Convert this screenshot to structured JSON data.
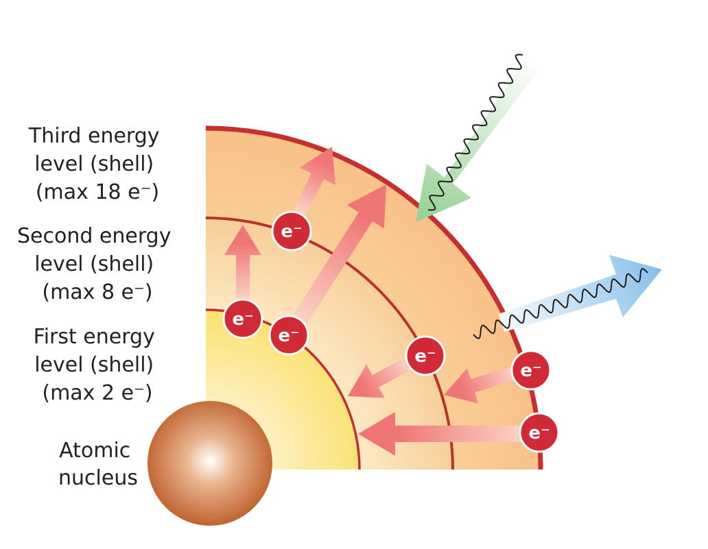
{
  "labels": {
    "third_shell": [
      "Third energy",
      "level (shell)",
      "(max 18 e⁻)"
    ],
    "second_shell": [
      "Second energy",
      "level (shell)",
      "(max 8 e⁻)"
    ],
    "first_shell": [
      "First energy",
      "level (shell)",
      "(max 2 e⁻)"
    ],
    "nucleus": [
      "Atomic",
      "nucleus"
    ]
  },
  "electron_symbol": "e⁻",
  "electrons": [
    {
      "name": "electron-third-shell-upper"
    },
    {
      "name": "electron-second-shell-left"
    },
    {
      "name": "electron-first-shell-center"
    },
    {
      "name": "electron-second-shell-right"
    },
    {
      "name": "electron-third-shell-right-upper"
    },
    {
      "name": "electron-third-shell-right-lower"
    }
  ],
  "colors": {
    "shell_line": "#c62f2f",
    "third_fill": "#f9c591",
    "first_fill": "#fbe27c",
    "electron": "#cf2a36",
    "arrow": "#f07676",
    "absorbed_photon_arrow": "#9fd39a",
    "emitted_photon_arrow": "#8fc3ea",
    "nucleus": "#c86a34"
  },
  "icons": {
    "absorbed_photon": "wavy-arrow-in-icon",
    "emitted_photon": "wavy-arrow-out-icon"
  }
}
